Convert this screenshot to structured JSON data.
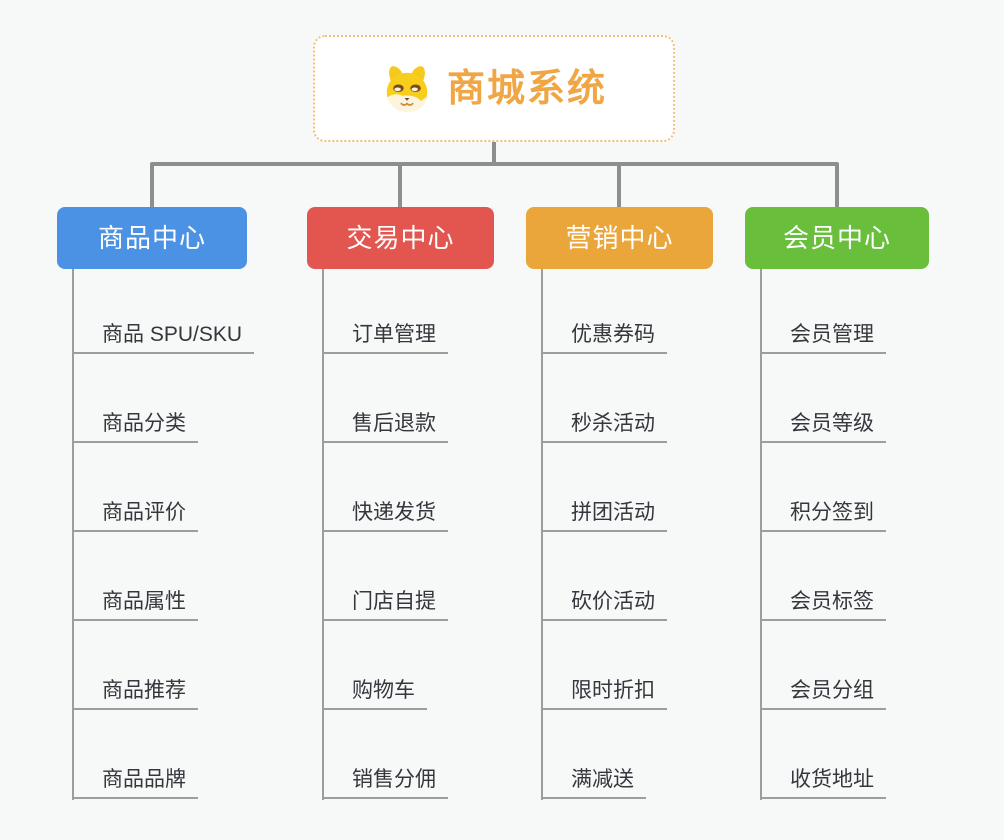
{
  "diagram": {
    "type": "mindmap-org-chart",
    "background": "#f7f8f8",
    "line_colors": {
      "primary": "#8e8e8e",
      "leaf": "#9d9d9d"
    },
    "root": {
      "label": "商城系统",
      "icon": "shiba-dog-icon",
      "text_color": "#f0a644",
      "border_color": "#f2c078"
    },
    "branches": [
      {
        "label": "商品中心",
        "color": "#4b92e4",
        "children": [
          "商品 SPU/SKU",
          "商品分类",
          "商品评价",
          "商品属性",
          "商品推荐",
          "商品品牌"
        ]
      },
      {
        "label": "交易中心",
        "color": "#e2564f",
        "children": [
          "订单管理",
          "售后退款",
          "快递发货",
          "门店自提",
          "购物车",
          "销售分佣"
        ]
      },
      {
        "label": "营销中心",
        "color": "#eba63b",
        "children": [
          "优惠券码",
          "秒杀活动",
          "拼团活动",
          "砍价活动",
          "限时折扣",
          "满减送"
        ]
      },
      {
        "label": "会员中心",
        "color": "#69be3b",
        "children": [
          "会员管理",
          "会员等级",
          "积分签到",
          "会员标签",
          "会员分组",
          "收货地址"
        ]
      }
    ]
  }
}
